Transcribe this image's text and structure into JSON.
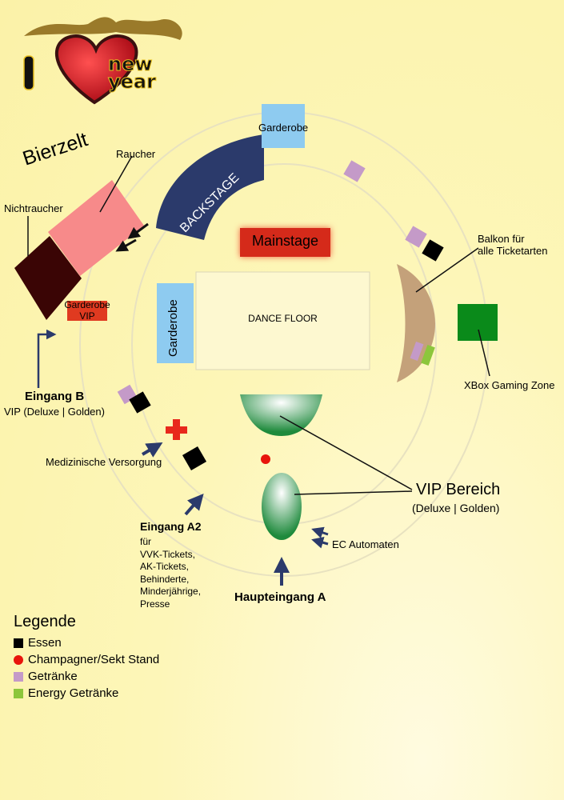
{
  "logo": {
    "text": "I ♥ new year"
  },
  "areas": {
    "garderobe_top": "Garderobe",
    "bierzelt": "Bierzelt",
    "raucher": "Raucher",
    "nichtraucher": "Nichtraucher",
    "backstage": "BACKSTAGE",
    "mainstage": "Mainstage",
    "dance_floor": "DANCE FLOOR",
    "garderobe_left": "Garderobe",
    "garderobe_vip_1": "Garderobe",
    "garderobe_vip_2": "VIP",
    "balkon_1": "Balkon für",
    "balkon_2": "alle Ticketarten",
    "xbox": "XBox Gaming Zone",
    "vip_bereich": "VIP Bereich",
    "vip_bereich_sub": "(Deluxe | Golden)",
    "ec": "EC Automaten",
    "medizin": "Medizinische Versorgung"
  },
  "entrances": {
    "b_title": "Eingang B",
    "b_sub": "VIP (Deluxe | Golden)",
    "a2_title": "Eingang A2",
    "a2_lines": [
      "für",
      "VVK-Tickets,",
      "AK-Tickets,",
      "Behinderte,",
      "Minderjährige,",
      "Presse"
    ],
    "a_title": "Haupteingang A"
  },
  "legend": {
    "title": "Legende",
    "items": [
      {
        "label": "Essen",
        "color": "#000000",
        "shape": "square"
      },
      {
        "label": "Champagner/Sekt Stand",
        "color": "#e8140c",
        "shape": "circle"
      },
      {
        "label": "Getränke",
        "color": "#c49ac8",
        "shape": "square"
      },
      {
        "label": "Energy Getränke",
        "color": "#8cc63c",
        "shape": "square"
      }
    ]
  },
  "colors": {
    "background": "#fdf6b8",
    "bierzelt_raucher": "#f78a8a",
    "bierzelt_nichtraucher": "#3a0505",
    "backstage": "#2b3a6b",
    "garderobe": "#8ecbf0",
    "mainstage": "#d52a1a",
    "balkon": "#c4a17a",
    "xbox": "#0a8a1a",
    "vip": "#2a9a4a",
    "arrow": "#2b3a6b"
  }
}
